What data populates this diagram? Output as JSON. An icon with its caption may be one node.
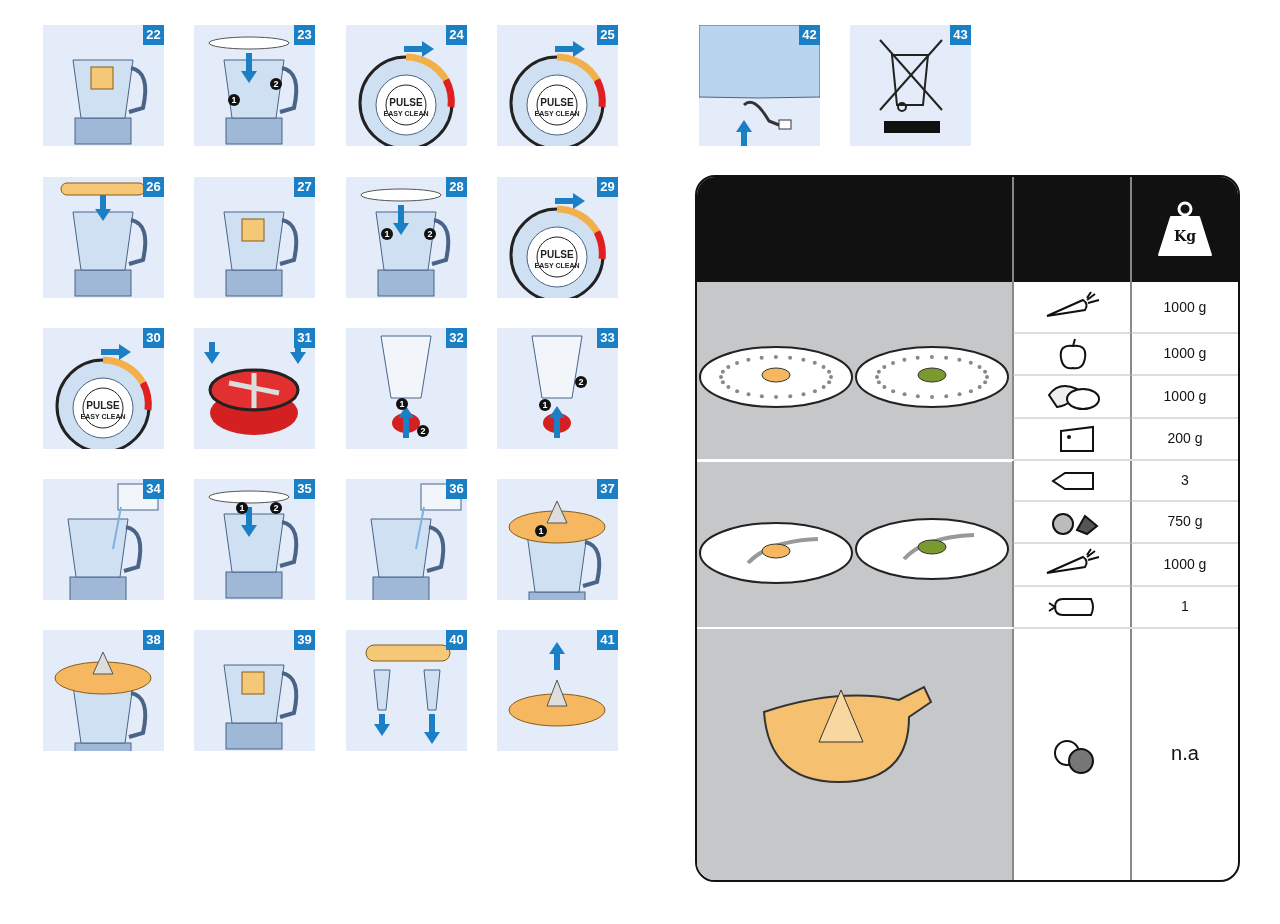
{
  "diagram": {
    "nodes": [
      {
        "text": [
          "22"
        ]
      },
      {
        "text": [
          "23",
          "1",
          "2"
        ]
      },
      {
        "text": [
          "24",
          "PULSE",
          "EASY CLEAN"
        ]
      },
      {
        "text": [
          "25",
          "PULSE",
          "EASY CLEAN"
        ]
      },
      {
        "text": [
          "26"
        ]
      },
      {
        "text": [
          "27"
        ]
      },
      {
        "text": [
          "28",
          "1",
          "2"
        ]
      },
      {
        "text": [
          "29",
          "PULSE",
          "EASY CLEAN"
        ]
      },
      {
        "text": [
          "30",
          "PULSE",
          "EASY CLEAN"
        ]
      },
      {
        "text": [
          "31"
        ]
      },
      {
        "text": [
          "32",
          "1",
          "2"
        ]
      },
      {
        "text": [
          "33",
          "2",
          "1"
        ]
      },
      {
        "text": [
          "34"
        ]
      },
      {
        "text": [
          "35",
          "1",
          "2"
        ]
      },
      {
        "text": [
          "36"
        ]
      },
      {
        "text": [
          "37",
          "1"
        ]
      },
      {
        "text": [
          "38"
        ]
      },
      {
        "text": [
          "39"
        ]
      },
      {
        "text": [
          "40"
        ]
      },
      {
        "text": [
          "41"
        ]
      },
      {
        "text": [
          "42"
        ]
      },
      {
        "text": [
          "43"
        ]
      }
    ],
    "labels": [
      "Kg",
      "1000 g",
      "1000 g",
      "1000 g",
      "200 g",
      "3",
      "750 g",
      "1000 g",
      "1",
      "n.a"
    ]
  }
}
